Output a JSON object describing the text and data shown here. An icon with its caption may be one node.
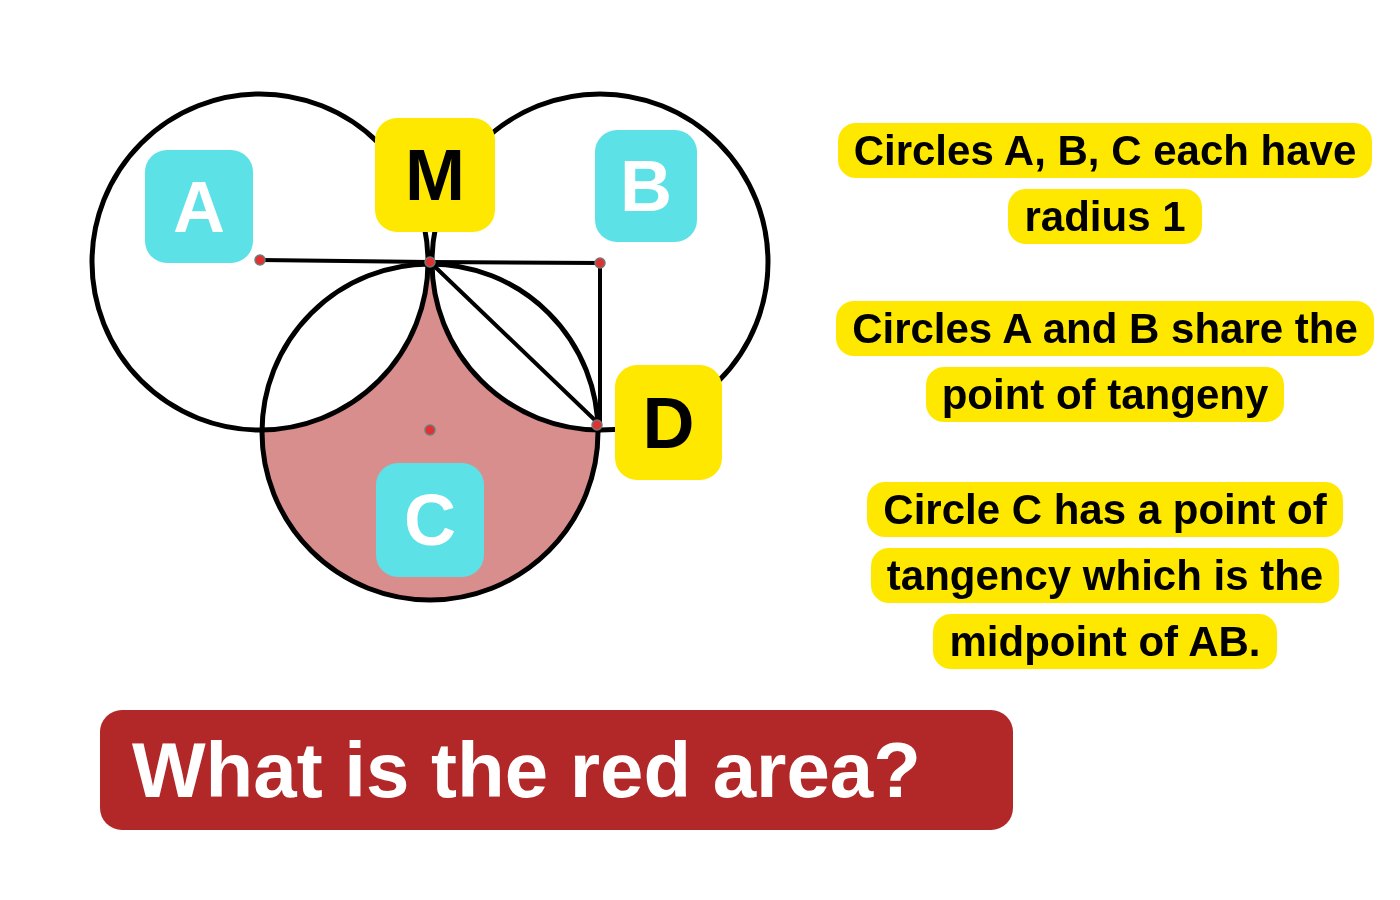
{
  "diagram": {
    "title": "What is the red area?",
    "nodes": [
      {
        "text": [
          "A"
        ]
      },
      {
        "text": [
          "M"
        ]
      },
      {
        "text": [
          "B"
        ]
      },
      {
        "text": [
          "D"
        ]
      },
      {
        "text": [
          "C"
        ]
      },
      {
        "text": [
          "Circles A, B, C each have radius 1"
        ]
      },
      {
        "text": [
          "Circles A and B share the point of tangeny"
        ]
      },
      {
        "text": [
          "Circle C has a point of tangency which is the midpoint of AB."
        ]
      }
    ]
  }
}
